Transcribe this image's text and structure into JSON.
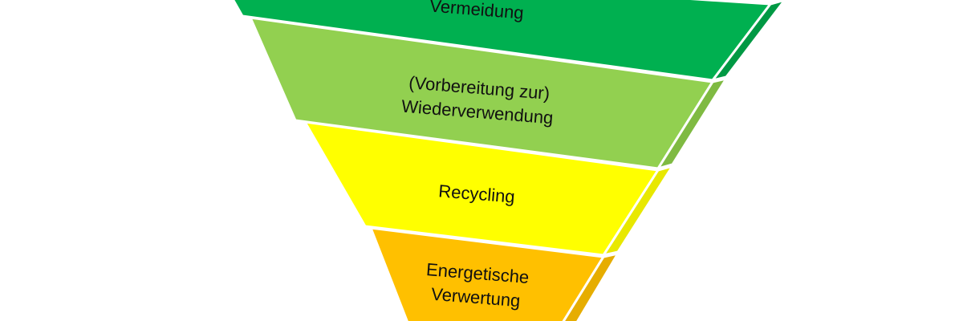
{
  "diagram": {
    "type": "inverted-pyramid",
    "levels": [
      {
        "lines": [
          "Vermeidung"
        ],
        "front_color": "#00b050",
        "side_color": "#009944"
      },
      {
        "lines": [
          "(Vorbereitung zur)",
          "Wiederverwendung"
        ],
        "front_color": "#92d050",
        "side_color": "#7fba42"
      },
      {
        "lines": [
          "Recycling"
        ],
        "front_color": "#ffff00",
        "side_color": "#e8e800"
      },
      {
        "lines": [
          "Energetische",
          "Verwertung"
        ],
        "front_color": "#ffc000",
        "side_color": "#e6ad00"
      }
    ],
    "edge_color": "#ffffff"
  }
}
